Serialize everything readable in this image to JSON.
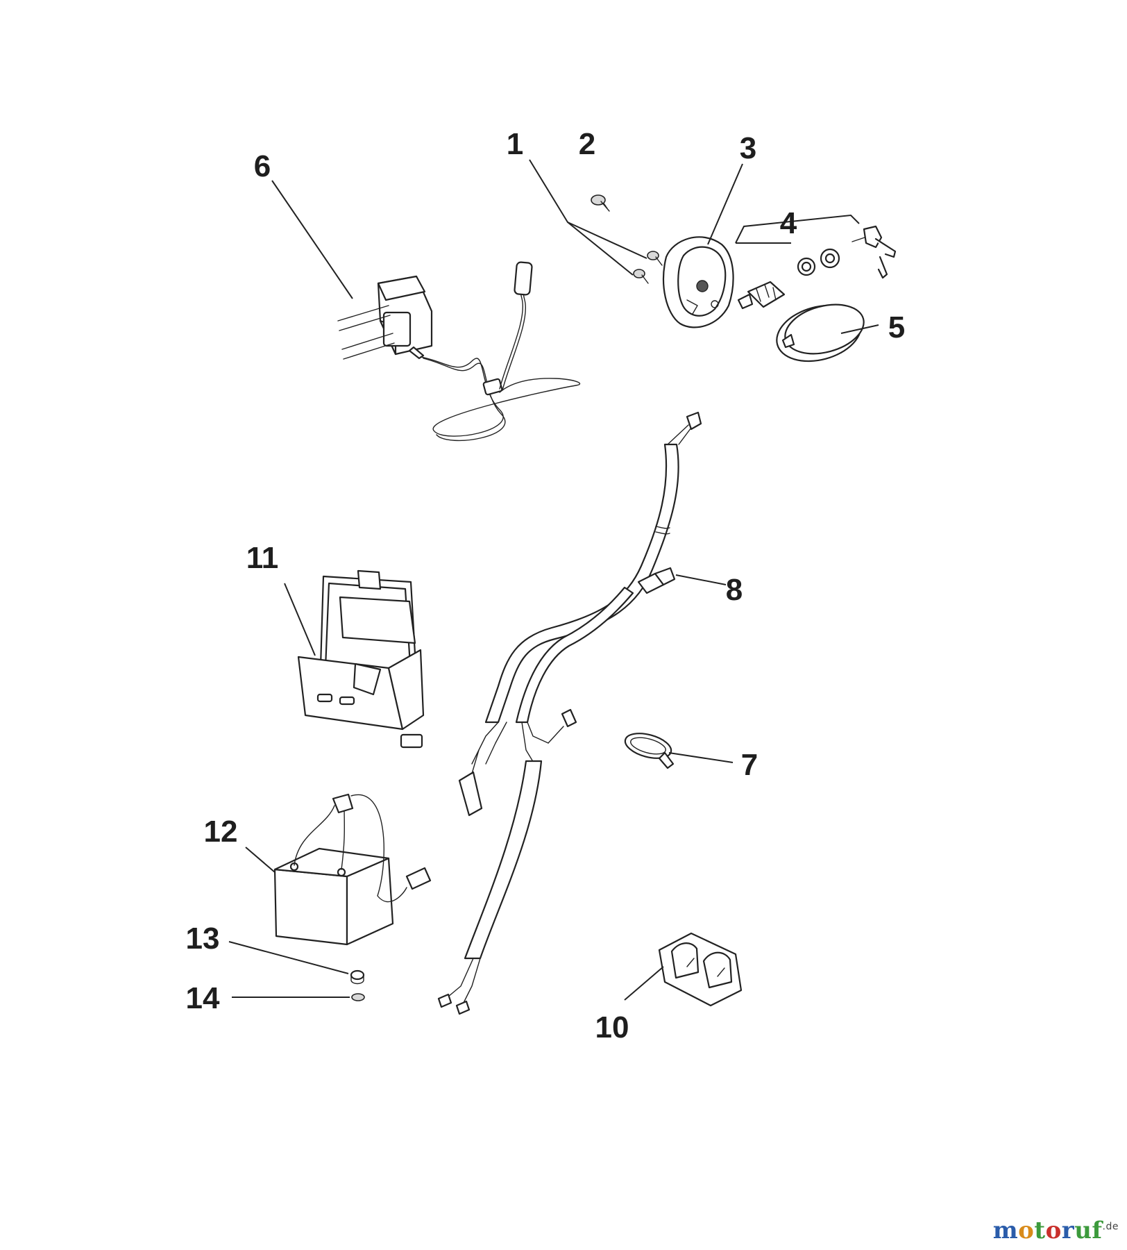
{
  "callouts": [
    {
      "id": "1",
      "label": "1"
    },
    {
      "id": "2",
      "label": "2"
    },
    {
      "id": "3",
      "label": "3"
    },
    {
      "id": "4",
      "label": "4"
    },
    {
      "id": "5",
      "label": "5"
    },
    {
      "id": "6",
      "label": "6"
    },
    {
      "id": "7",
      "label": "7"
    },
    {
      "id": "8",
      "label": "8"
    },
    {
      "id": "10",
      "label": "10"
    },
    {
      "id": "11",
      "label": "11"
    },
    {
      "id": "12",
      "label": "12"
    },
    {
      "id": "13",
      "label": "13"
    },
    {
      "id": "14",
      "label": "14"
    }
  ],
  "watermark": {
    "part1": "m",
    "part2": "o",
    "part3": "t",
    "part4": "o",
    "part5": "r",
    "part6": "uf",
    "suffix": ".de"
  }
}
